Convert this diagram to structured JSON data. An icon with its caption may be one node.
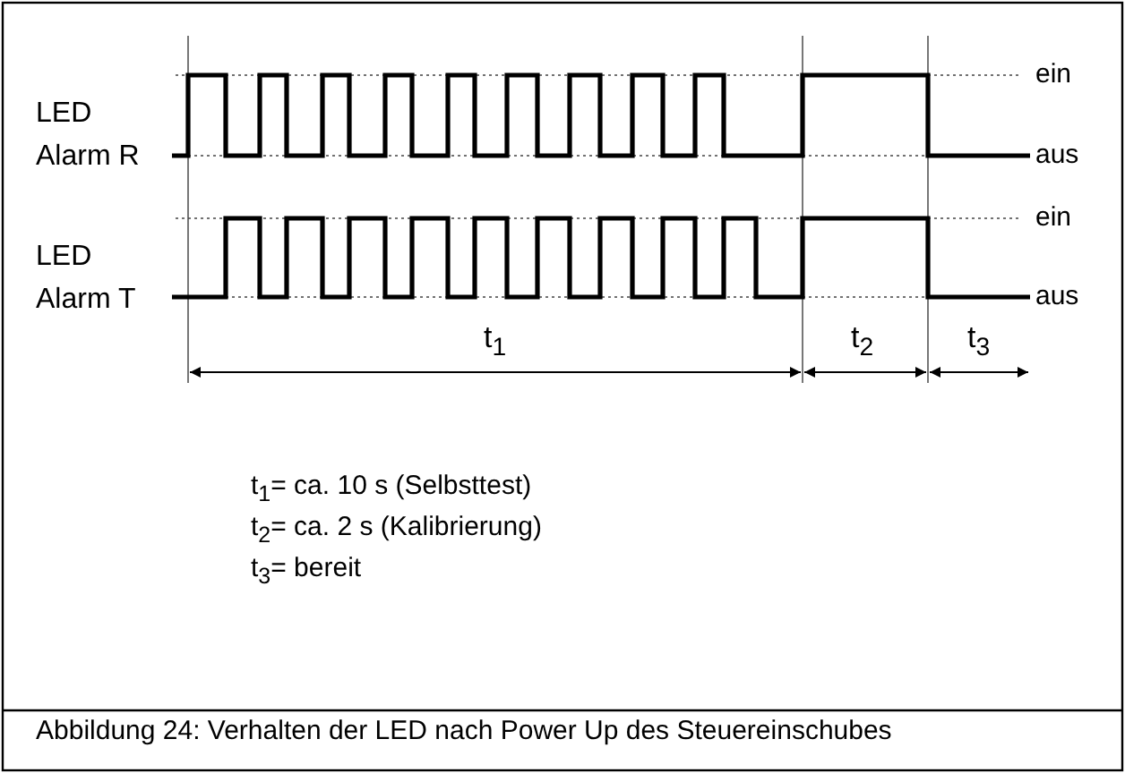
{
  "diagram": {
    "caption": "Abbildung 24: Verhalten der LED nach Power Up des Steuereinschubes",
    "labels": [
      "LED Alarm R",
      "ein",
      "aus",
      "LED Alarm T",
      "ein",
      "aus",
      "t$_{1}$",
      "t$_{2}$",
      "t$_{3}$",
      "t$_{1}$= ca. 10 s (Selbsttest)",
      "t$_{2}$= ca. 2 s (Kalibrierung)",
      "t$_{3}$= bereit"
    ]
  }
}
